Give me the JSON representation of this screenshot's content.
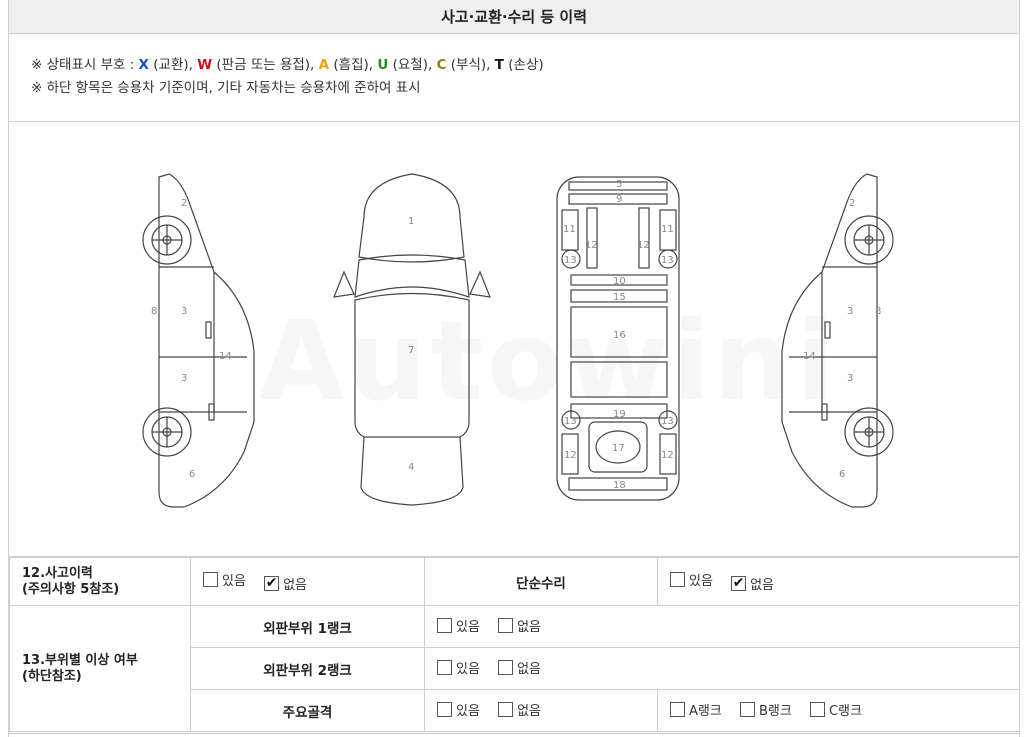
{
  "title": "사고·교환·수리 등 이력",
  "legend": {
    "prefix": "※ 상태표시 부호 : ",
    "codes": [
      {
        "code": "X",
        "label": " (교환), ",
        "color": "#1a4fc4"
      },
      {
        "code": "W",
        "label": " (판금 또는 용접), ",
        "color": "#c0141e"
      },
      {
        "code": "A",
        "label": " (흠집), ",
        "color": "#f0a000"
      },
      {
        "code": "U",
        "label": " (요철), ",
        "color": "#2a8a2a"
      },
      {
        "code": "C",
        "label": " (부식), ",
        "color": "#9a7a00"
      },
      {
        "code": "T",
        "label": " (손상)",
        "color": "#111111"
      }
    ],
    "note": "※ 하단 항목은 승용차 기준이며, 기타 자동차는 승용차에 준하여 표시"
  },
  "watermark": "Autowini",
  "diagram": {
    "left_parts": [
      "2",
      "8",
      "3",
      "14",
      "3",
      "6"
    ],
    "top_parts": [
      "1",
      "7",
      "4"
    ],
    "frame_parts": [
      "5",
      "9",
      "11",
      "12",
      "12",
      "11",
      "13",
      "13",
      "10",
      "15",
      "16",
      "19",
      "13",
      "13",
      "17",
      "12",
      "12",
      "18"
    ],
    "right_parts": [
      "2",
      "3",
      "8",
      "14",
      "3",
      "6"
    ]
  },
  "table": {
    "row12": {
      "label": "12.사고이력\n(주의사항 5참조)",
      "opt_yes": "있음",
      "opt_no": "없음",
      "no_checked": "✔",
      "simple_repair_label": "단순수리",
      "simple_yes": "있음",
      "simple_no": "없음",
      "simple_no_checked": "✔"
    },
    "row13": {
      "label": "13.부위별 이상 여부\n(하단참조)",
      "items": [
        {
          "name": "외판부위 1랭크",
          "yes": "있음",
          "no": "없음"
        },
        {
          "name": "외판부위 2랭크",
          "yes": "있음",
          "no": "없음"
        },
        {
          "name": "주요골격",
          "yes": "있음",
          "no": "없음"
        }
      ],
      "ranks": [
        "A랭크",
        "B랭크",
        "C랭크"
      ]
    }
  }
}
